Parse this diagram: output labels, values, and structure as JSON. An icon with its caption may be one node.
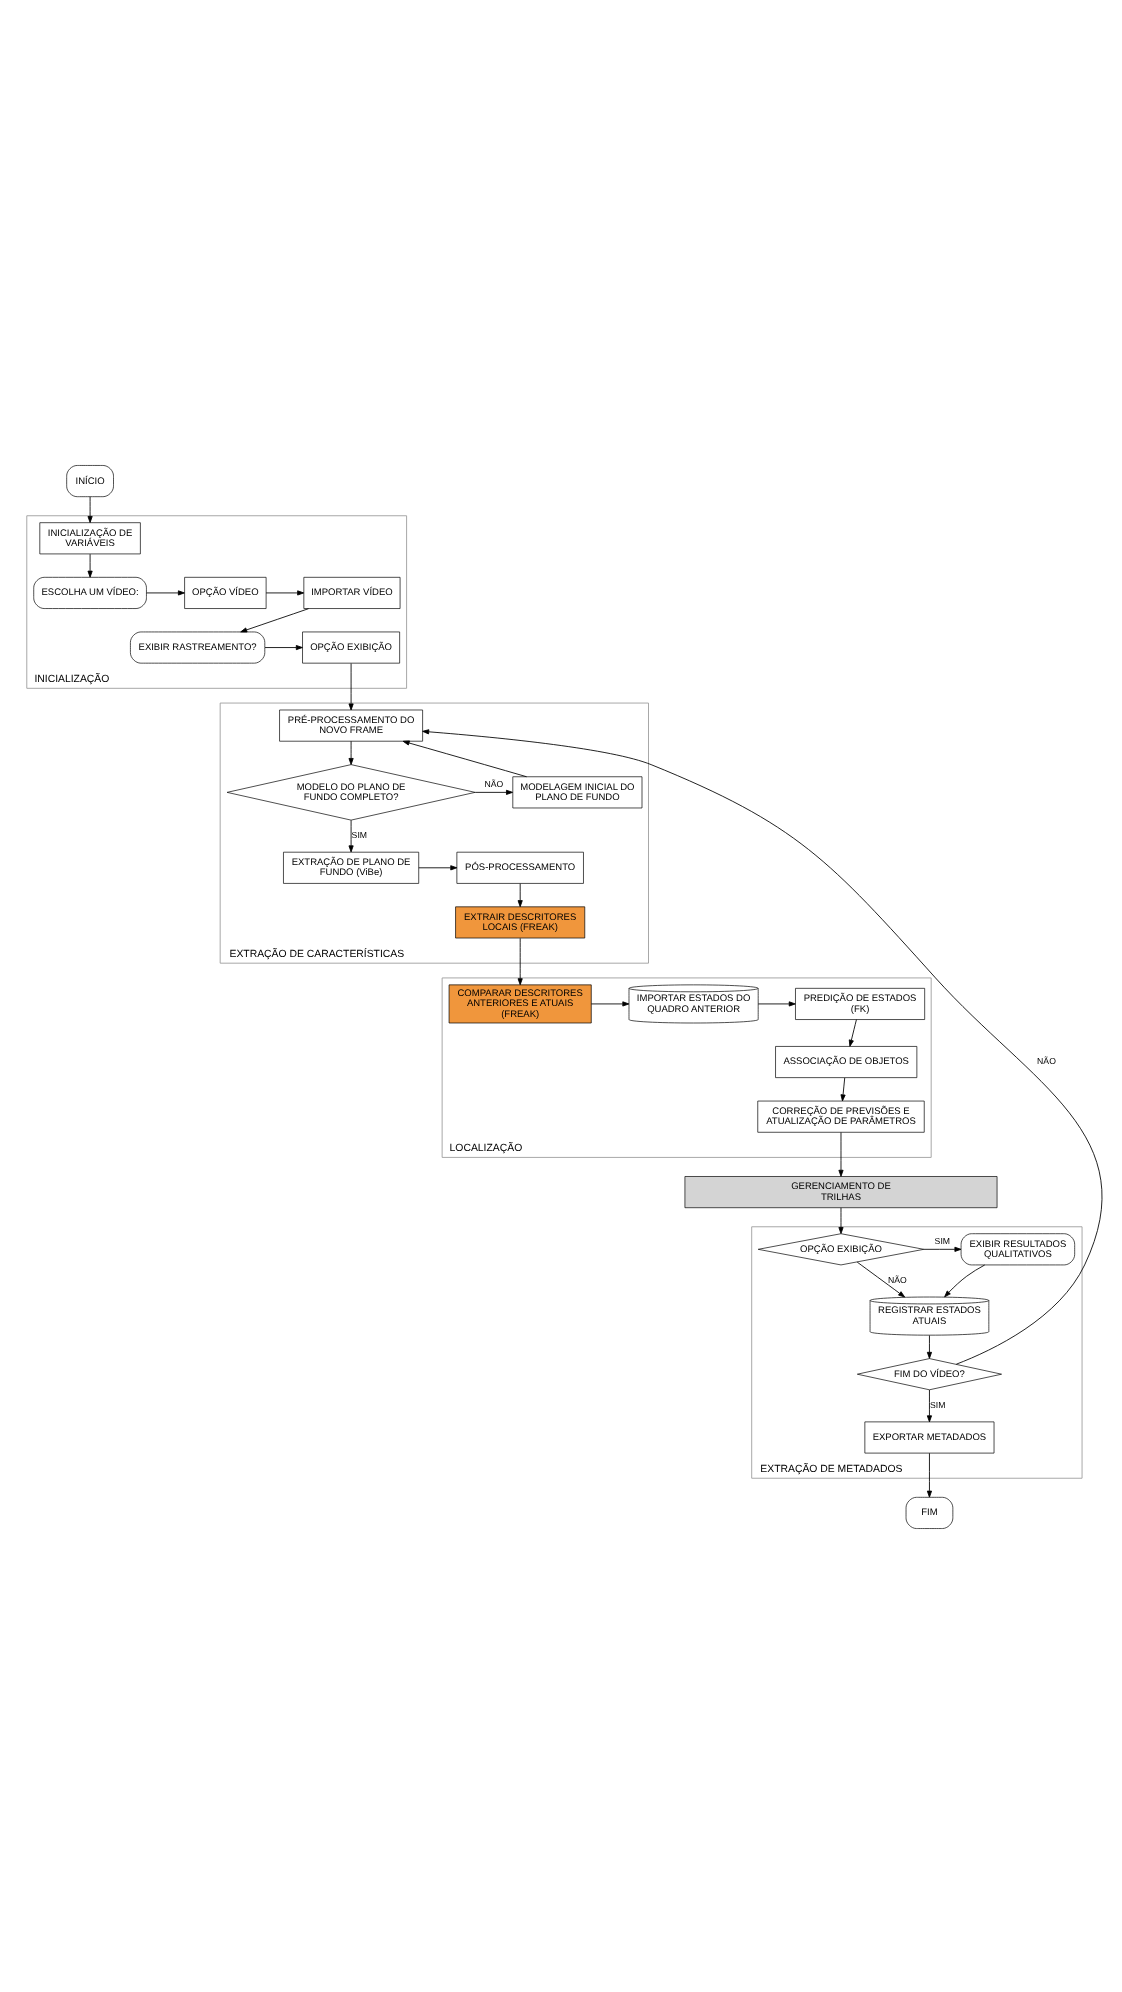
{
  "diagram": {
    "nodes": [
      {
        "text": [
          "INÍCIO"
        ]
      },
      {
        "text": [
          "INICIALIZAÇÃO"
        ]
      },
      {
        "text": [
          "INICIALIZAÇÃO DE VARIÁVEIS"
        ],
        "in": 1
      },
      {
        "text": [
          "ESCOLHA UM VÍDEO:"
        ],
        "in": 1
      },
      {
        "text": [
          "OPÇÃO VÍDEO"
        ],
        "in": 1
      },
      {
        "text": [
          "IMPORTAR VÍDEO"
        ],
        "in": 1
      },
      {
        "text": [
          "EXIBIR RASTREAMENTO?"
        ],
        "in": 1
      },
      {
        "text": [
          "OPÇÃO EXIBIÇÃO"
        ],
        "in": 1
      },
      {
        "text": [
          "EXTRAÇÃO DE CARACTERÍSTICAS"
        ]
      },
      {
        "text": [
          "PRÉ-PROCESSAMENTO DO NOVO FRAME"
        ],
        "in": 8
      },
      {
        "text": [
          "MODELO DO PLANO DE FUNDO COMPLETO?"
        ],
        "in": 8
      },
      {
        "text": [
          "MODELAGEM INICIAL DO PLANO DE FUNDO"
        ],
        "in": 8
      },
      {
        "text": [
          "EXTRAÇÃO DE PLANO DE FUNDO (ViBe)"
        ],
        "in": 8
      },
      {
        "text": [
          "PÓS-PROCESSAMENTO"
        ],
        "in": 8
      },
      {
        "text": [
          "EXTRAIR DESCRITORES LOCAIS (FREAK)"
        ],
        "in": 8
      },
      {
        "text": [
          "LOCALIZAÇÃO"
        ]
      },
      {
        "text": [
          "PREDIÇÃO DE ESTADOS (FK)"
        ],
        "in": 15
      },
      {
        "text": [
          "IMPORTAR ESTADOS DO QUADRO ANTERIOR"
        ],
        "in": 15
      },
      {
        "text": [
          "COMPARAR DESCRITORES ANTERIORES E ATUAIS (FREAK)"
        ],
        "in": 15
      },
      {
        "text": [
          "ASSOCIAÇÃO DE OBJETOS"
        ],
        "in": 15
      },
      {
        "text": [
          "CORREÇÃO DE PREVISÕES E ATUALIZAÇÃO DE PARÂMETROS"
        ],
        "in": 15
      },
      {
        "text": [
          "GERENCIAMENTO DE TRILHAS"
        ]
      },
      {
        "text": [
          "EXTRAÇÃO DE METADADOS"
        ]
      },
      {
        "text": [
          "OPÇÃO EXIBIÇÃO"
        ],
        "in": 22
      },
      {
        "text": [
          "EXIBIR RESULTADOS QUALITATIVOS"
        ],
        "in": 22
      },
      {
        "text": [
          "REGISTRAR ESTADOS ATUAIS"
        ],
        "in": 22
      },
      {
        "text": [
          "FIM DO VÍDEO?"
        ],
        "in": 22
      },
      {
        "text": [
          "EXPORTAR METADADOS"
        ],
        "in": 22
      },
      {
        "text": [
          "FIM"
        ]
      }
    ],
    "edges": [
      {
        "from": 0,
        "to": 2,
        "arrow": "to"
      },
      {
        "from": 2,
        "to": 3,
        "arrow": "to"
      },
      {
        "from": 3,
        "to": 4,
        "arrow": "to"
      },
      {
        "from": 4,
        "to": 5,
        "arrow": "to"
      },
      {
        "from": 5,
        "to": 6,
        "arrow": "to"
      },
      {
        "from": 6,
        "to": 7,
        "arrow": "to"
      },
      {
        "from": 7,
        "to": 9,
        "arrow": "to"
      },
      {
        "from": 9,
        "to": 10,
        "arrow": "to"
      },
      {
        "from": 10,
        "to": 11,
        "arrow": "to",
        "label": "NÃO"
      },
      {
        "from": 11,
        "to": 9,
        "arrow": "to"
      },
      {
        "from": 10,
        "to": 12,
        "arrow": "to",
        "label": "SIM"
      },
      {
        "from": 12,
        "to": 13,
        "arrow": "to"
      },
      {
        "from": 13,
        "to": 14,
        "arrow": "to"
      },
      {
        "from": 14,
        "to": 18,
        "arrow": "to"
      },
      {
        "from": 18,
        "to": 17,
        "arrow": "to"
      },
      {
        "from": 17,
        "to": 16,
        "arrow": "to"
      },
      {
        "from": 16,
        "to": 19,
        "arrow": "to"
      },
      {
        "from": 19,
        "to": 20,
        "arrow": "to"
      },
      {
        "from": 20,
        "to": 21,
        "arrow": "to"
      },
      {
        "from": 21,
        "to": 23,
        "arrow": "to"
      },
      {
        "from": 23,
        "to": 24,
        "arrow": "to",
        "label": "SIM"
      },
      {
        "from": 23,
        "to": 25,
        "arrow": "to",
        "label": "NÃO"
      },
      {
        "from": 24,
        "to": 25,
        "arrow": "to"
      },
      {
        "from": 25,
        "to": 26,
        "arrow": "to"
      },
      {
        "from": 26,
        "to": 9,
        "arrow": "to",
        "label": "NÃO"
      },
      {
        "from": 26,
        "to": 27,
        "arrow": "to",
        "label": "SIM"
      },
      {
        "from": 27,
        "to": 28,
        "arrow": "to"
      }
    ]
  }
}
